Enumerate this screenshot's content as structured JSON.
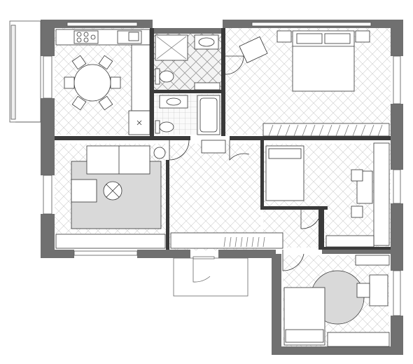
{
  "floor_plan": {
    "rooms": [
      {
        "id": "kitchen-dining",
        "flooring": "herringbone",
        "furniture": [
          "kitchen-counter",
          "cooktop",
          "sink",
          "round-dining-table",
          "six-chairs",
          "refrigerator"
        ]
      },
      {
        "id": "bathroom-shower",
        "flooring": "diagonal-tile",
        "furniture": [
          "shower",
          "washbasin",
          "toilet"
        ]
      },
      {
        "id": "bathroom-tub",
        "flooring": "square-tile",
        "furniture": [
          "bathtub",
          "washbasin",
          "toilet"
        ]
      },
      {
        "id": "master-bedroom",
        "flooring": "herringbone",
        "furniture": [
          "double-bed",
          "two-nightstands",
          "armchair",
          "wardrobe"
        ]
      },
      {
        "id": "living-room",
        "flooring": "herringbone",
        "furniture": [
          "sofa",
          "armchair",
          "round-side-table",
          "area-rug"
        ]
      },
      {
        "id": "hallway",
        "flooring": "herringbone",
        "furniture": [
          "built-in-closet"
        ]
      },
      {
        "id": "bedroom-2",
        "flooring": "herringbone",
        "furniture": [
          "single-bed",
          "desk",
          "two-chairs",
          "closet"
        ]
      },
      {
        "id": "bedroom-3",
        "flooring": "herringbone",
        "furniture": [
          "single-bed",
          "round-rug",
          "desk",
          "chair",
          "closet"
        ]
      },
      {
        "id": "balcony",
        "flooring": "none",
        "furniture": []
      },
      {
        "id": "entrance-porch",
        "flooring": "none",
        "furniture": []
      }
    ],
    "colors": {
      "wall": "#707070",
      "wall_dark": "#3a3a3a",
      "floor_hatch": "#c8c8c8",
      "furniture_fill": "#ffffff",
      "rug": "#d9d9d9",
      "line": "#333333"
    }
  }
}
